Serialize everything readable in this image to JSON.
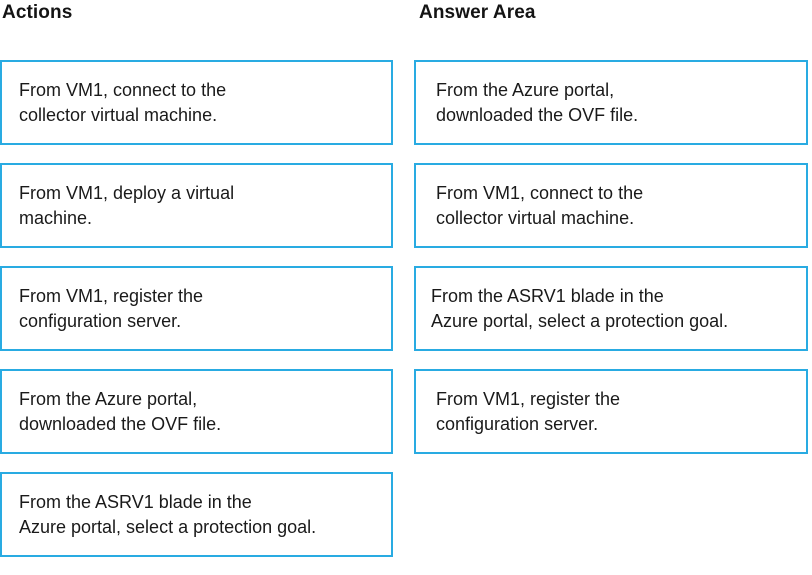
{
  "colors": {
    "card_border": "#29abe2",
    "text": "#1a1a1a",
    "heading": "#141414",
    "background": "#ffffff"
  },
  "actions": {
    "heading": "Actions",
    "items": [
      {
        "text": "From VM1, connect to the\ncollector virtual machine."
      },
      {
        "text": "From VM1, deploy a virtual\nmachine."
      },
      {
        "text": "From VM1, register the\nconfiguration server."
      },
      {
        "text": "From the Azure portal,\ndownloaded the OVF file."
      },
      {
        "text": "From the ASRV1 blade in the\nAzure portal, select a protection goal."
      }
    ]
  },
  "answer_area": {
    "heading": "Answer Area",
    "items": [
      {
        "text": "From the Azure portal,\ndownloaded the OVF file."
      },
      {
        "text": "From VM1, connect to the\ncollector virtual machine."
      },
      {
        "text": "From the ASRV1 blade in the\nAzure portal, select a protection goal."
      },
      {
        "text": "From VM1, register the\nconfiguration server."
      }
    ]
  }
}
